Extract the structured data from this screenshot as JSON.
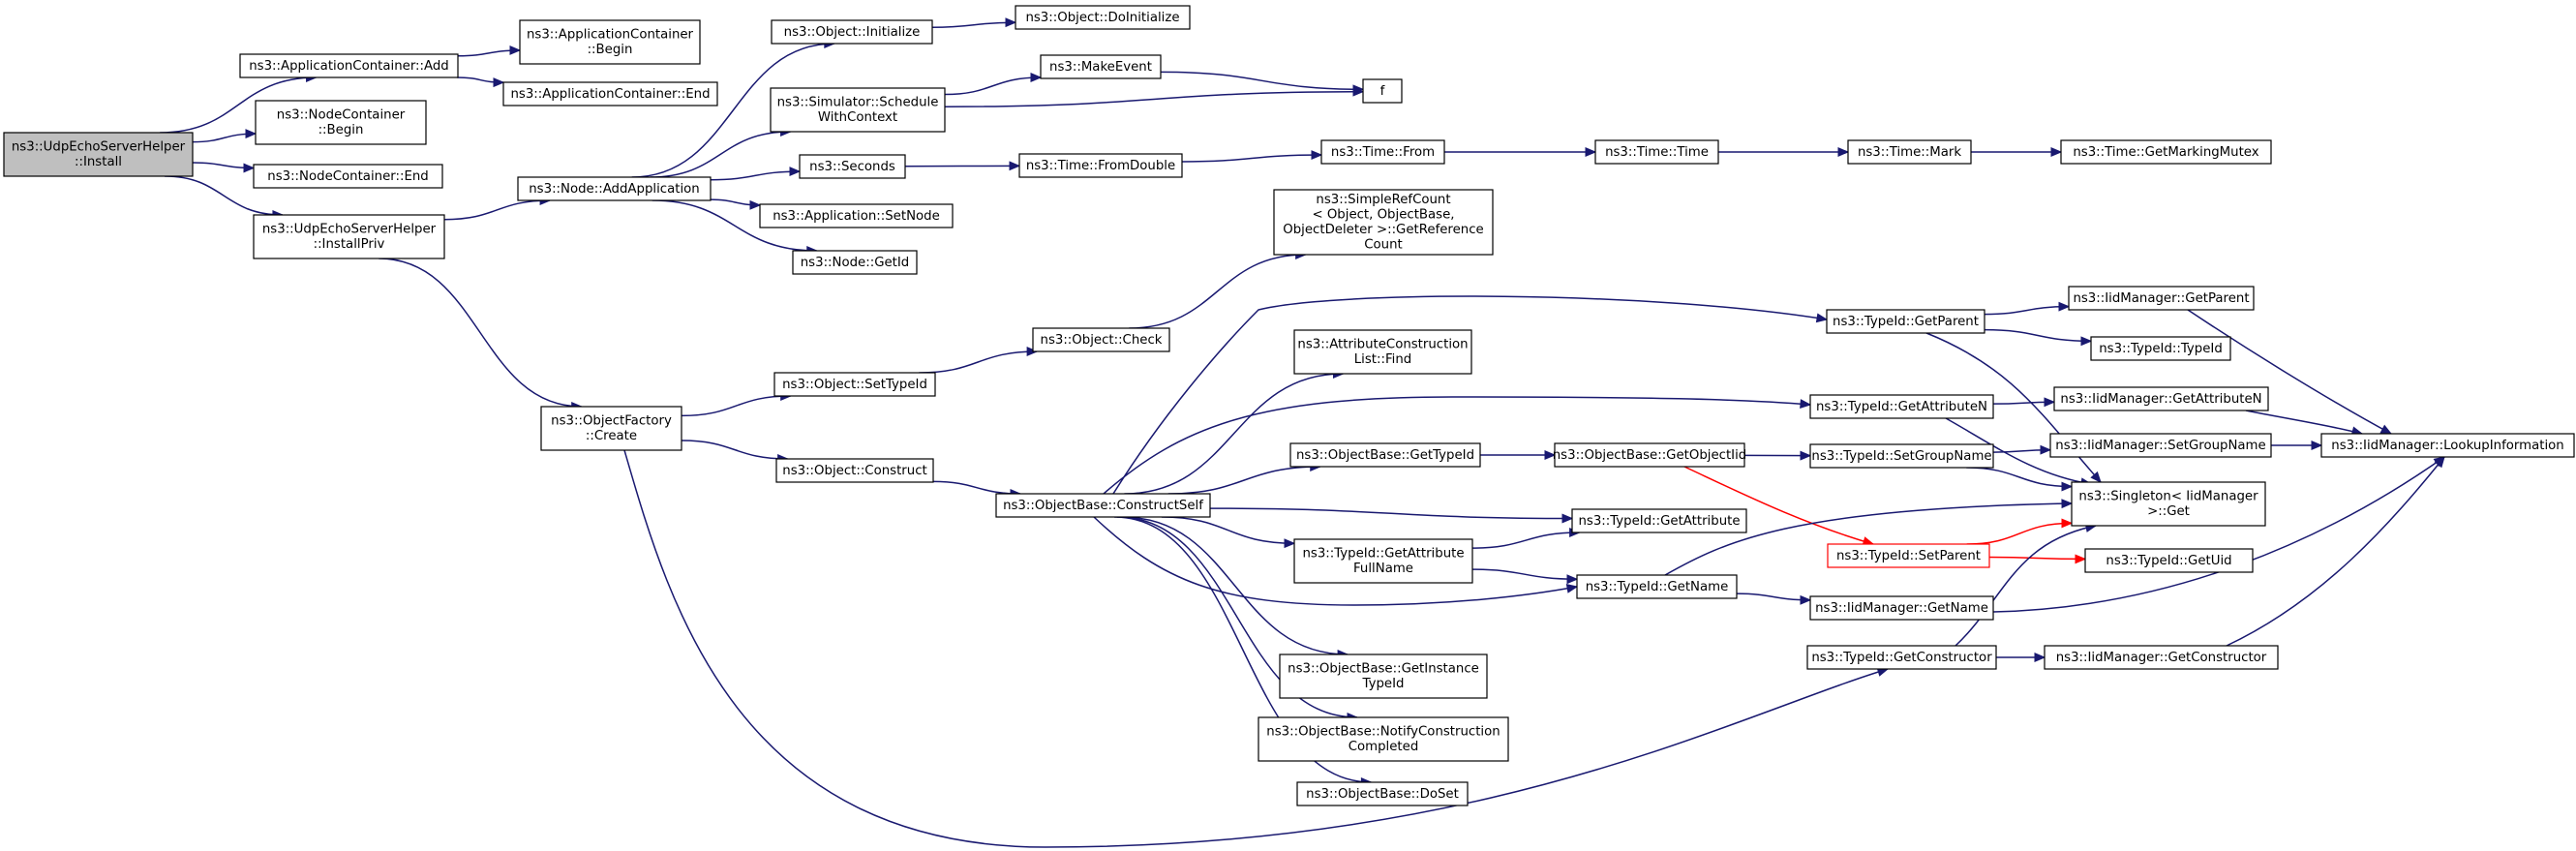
{
  "colors": {
    "edge": "#191970",
    "highlight": "#ff0000",
    "root_fill": "#bfbfbf",
    "node_border": "#000000"
  },
  "nodes": [
    {
      "id": "udp_install",
      "lines": [
        "ns3::UdpEchoServerHelper",
        "::Install"
      ],
      "root": true
    },
    {
      "id": "appcont_add",
      "lines": [
        "ns3::ApplicationContainer::Add"
      ]
    },
    {
      "id": "nodecont_begin",
      "lines": [
        "ns3::NodeContainer",
        "::Begin"
      ]
    },
    {
      "id": "nodecont_end",
      "lines": [
        "ns3::NodeContainer::End"
      ]
    },
    {
      "id": "udp_installpriv",
      "lines": [
        "ns3::UdpEchoServerHelper",
        "::InstallPriv"
      ]
    },
    {
      "id": "appcont_begin",
      "lines": [
        "ns3::ApplicationContainer",
        "::Begin"
      ]
    },
    {
      "id": "appcont_end",
      "lines": [
        "ns3::ApplicationContainer::End"
      ]
    },
    {
      "id": "node_addapp",
      "lines": [
        "ns3::Node::AddApplication"
      ]
    },
    {
      "id": "objfactory_create",
      "lines": [
        "ns3::ObjectFactory",
        "::Create"
      ]
    },
    {
      "id": "object_initialize",
      "lines": [
        "ns3::Object::Initialize"
      ]
    },
    {
      "id": "sim_schedule",
      "lines": [
        "ns3::Simulator::Schedule",
        "WithContext"
      ]
    },
    {
      "id": "seconds",
      "lines": [
        "ns3::Seconds"
      ]
    },
    {
      "id": "app_setnode",
      "lines": [
        "ns3::Application::SetNode"
      ]
    },
    {
      "id": "node_getid",
      "lines": [
        "ns3::Node::GetId"
      ]
    },
    {
      "id": "obj_settypeid",
      "lines": [
        "ns3::Object::SetTypeId"
      ]
    },
    {
      "id": "obj_construct",
      "lines": [
        "ns3::Object::Construct"
      ]
    },
    {
      "id": "obj_doinitialize",
      "lines": [
        "ns3::Object::DoInitialize"
      ]
    },
    {
      "id": "makeevent",
      "lines": [
        "ns3::MakeEvent"
      ]
    },
    {
      "id": "f",
      "lines": [
        "f"
      ]
    },
    {
      "id": "time_fromdouble",
      "lines": [
        "ns3::Time::FromDouble"
      ]
    },
    {
      "id": "obj_check",
      "lines": [
        "ns3::Object::Check"
      ]
    },
    {
      "id": "objbase_constructself",
      "lines": [
        "ns3::ObjectBase::ConstructSelf"
      ]
    },
    {
      "id": "simplerefcount",
      "lines": [
        "ns3::SimpleRefCount",
        "< Object, ObjectBase,",
        "ObjectDeleter >::GetReference",
        "Count"
      ]
    },
    {
      "id": "attrconst_find",
      "lines": [
        "ns3::AttributeConstruction",
        "List::Find"
      ]
    },
    {
      "id": "objbase_gettypeid",
      "lines": [
        "ns3::ObjectBase::GetTypeId"
      ]
    },
    {
      "id": "typeid_getattrfullname",
      "lines": [
        "ns3::TypeId::GetAttribute",
        "FullName"
      ]
    },
    {
      "id": "objbase_getinstancetypeid",
      "lines": [
        "ns3::ObjectBase::GetInstance",
        "TypeId"
      ]
    },
    {
      "id": "objbase_notifyconst",
      "lines": [
        "ns3::ObjectBase::NotifyConstruction",
        "Completed"
      ]
    },
    {
      "id": "objbase_doset",
      "lines": [
        "ns3::ObjectBase::DoSet"
      ]
    },
    {
      "id": "time_from",
      "lines": [
        "ns3::Time::From"
      ]
    },
    {
      "id": "objbase_getobjectiid",
      "lines": [
        "ns3::ObjectBase::GetObjectIid"
      ]
    },
    {
      "id": "typeid_getattribute",
      "lines": [
        "ns3::TypeId::GetAttribute"
      ]
    },
    {
      "id": "typeid_getname",
      "lines": [
        "ns3::TypeId::GetName"
      ]
    },
    {
      "id": "time_time",
      "lines": [
        "ns3::Time::Time"
      ]
    },
    {
      "id": "typeid_getparent",
      "lines": [
        "ns3::TypeId::GetParent"
      ]
    },
    {
      "id": "typeid_getattributen",
      "lines": [
        "ns3::TypeId::GetAttributeN"
      ]
    },
    {
      "id": "typeid_setgroupname",
      "lines": [
        "ns3::TypeId::SetGroupName"
      ]
    },
    {
      "id": "typeid_setparent",
      "lines": [
        "ns3::TypeId::SetParent"
      ],
      "highlight": true
    },
    {
      "id": "iidmgr_getname",
      "lines": [
        "ns3::IidManager::GetName"
      ]
    },
    {
      "id": "typeid_getconstructor",
      "lines": [
        "ns3::TypeId::GetConstructor"
      ]
    },
    {
      "id": "time_mark",
      "lines": [
        "ns3::Time::Mark"
      ]
    },
    {
      "id": "iidmgr_getparent",
      "lines": [
        "ns3::IidManager::GetParent"
      ]
    },
    {
      "id": "typeid_typeid",
      "lines": [
        "ns3::TypeId::TypeId"
      ]
    },
    {
      "id": "iidmgr_getattributen",
      "lines": [
        "ns3::IidManager::GetAttributeN"
      ]
    },
    {
      "id": "iidmgr_setgroupname",
      "lines": [
        "ns3::IidManager::SetGroupName"
      ]
    },
    {
      "id": "singleton_get",
      "lines": [
        "ns3::Singleton< IidManager",
        ">::Get"
      ]
    },
    {
      "id": "typeid_getuid",
      "lines": [
        "ns3::TypeId::GetUid"
      ]
    },
    {
      "id": "iidmgr_getconstructor",
      "lines": [
        "ns3::IidManager::GetConstructor"
      ]
    },
    {
      "id": "time_getmarkingmutex",
      "lines": [
        "ns3::Time::GetMarkingMutex"
      ]
    },
    {
      "id": "iidmgr_lookupinfo",
      "lines": [
        "ns3::IidManager::LookupInformation"
      ]
    }
  ],
  "edges": [
    [
      "udp_install",
      "appcont_add"
    ],
    [
      "udp_install",
      "nodecont_begin"
    ],
    [
      "udp_install",
      "nodecont_end"
    ],
    [
      "udp_install",
      "udp_installpriv"
    ],
    [
      "appcont_add",
      "appcont_begin"
    ],
    [
      "appcont_add",
      "appcont_end"
    ],
    [
      "udp_installpriv",
      "node_addapp"
    ],
    [
      "udp_installpriv",
      "objfactory_create"
    ],
    [
      "node_addapp",
      "object_initialize"
    ],
    [
      "node_addapp",
      "sim_schedule"
    ],
    [
      "node_addapp",
      "seconds"
    ],
    [
      "node_addapp",
      "app_setnode"
    ],
    [
      "node_addapp",
      "node_getid"
    ],
    [
      "object_initialize",
      "obj_doinitialize"
    ],
    [
      "sim_schedule",
      "makeevent"
    ],
    [
      "sim_schedule",
      "f"
    ],
    [
      "makeevent",
      "f"
    ],
    [
      "seconds",
      "time_fromdouble"
    ],
    [
      "time_fromdouble",
      "time_from"
    ],
    [
      "time_from",
      "time_time"
    ],
    [
      "time_time",
      "time_mark"
    ],
    [
      "time_mark",
      "time_getmarkingmutex"
    ],
    [
      "objfactory_create",
      "obj_settypeid"
    ],
    [
      "objfactory_create",
      "obj_construct"
    ],
    [
      "objfactory_create",
      "typeid_getconstructor"
    ],
    [
      "obj_settypeid",
      "obj_check"
    ],
    [
      "obj_check",
      "simplerefcount"
    ],
    [
      "obj_construct",
      "objbase_constructself"
    ],
    [
      "objbase_constructself",
      "typeid_getparent"
    ],
    [
      "objbase_constructself",
      "attrconst_find"
    ],
    [
      "objbase_constructself",
      "typeid_getattributen"
    ],
    [
      "objbase_constructself",
      "objbase_gettypeid"
    ],
    [
      "objbase_constructself",
      "typeid_getattribute"
    ],
    [
      "objbase_constructself",
      "typeid_getattrfullname"
    ],
    [
      "objbase_constructself",
      "typeid_getname"
    ],
    [
      "objbase_constructself",
      "objbase_getinstancetypeid"
    ],
    [
      "objbase_constructself",
      "objbase_notifyconst"
    ],
    [
      "objbase_constructself",
      "objbase_doset"
    ],
    [
      "objbase_gettypeid",
      "objbase_getobjectiid"
    ],
    [
      "objbase_getobjectiid",
      "typeid_setgroupname"
    ],
    [
      "objbase_getobjectiid",
      "typeid_setparent",
      "red"
    ],
    [
      "typeid_getattrfullname",
      "typeid_getattribute"
    ],
    [
      "typeid_getattrfullname",
      "typeid_getname"
    ],
    [
      "typeid_getname",
      "singleton_get"
    ],
    [
      "typeid_getname",
      "iidmgr_getname"
    ],
    [
      "typeid_getparent",
      "iidmgr_getparent"
    ],
    [
      "typeid_getparent",
      "typeid_typeid"
    ],
    [
      "typeid_getparent",
      "singleton_get"
    ],
    [
      "typeid_getattributen",
      "iidmgr_getattributen"
    ],
    [
      "typeid_getattributen",
      "singleton_get"
    ],
    [
      "typeid_setgroupname",
      "iidmgr_setgroupname"
    ],
    [
      "typeid_setgroupname",
      "singleton_get"
    ],
    [
      "typeid_setparent",
      "singleton_get",
      "red"
    ],
    [
      "typeid_setparent",
      "typeid_getuid",
      "red"
    ],
    [
      "typeid_getconstructor",
      "singleton_get"
    ],
    [
      "typeid_getconstructor",
      "iidmgr_getconstructor"
    ],
    [
      "iidmgr_getname",
      "iidmgr_lookupinfo"
    ],
    [
      "iidmgr_getparent",
      "iidmgr_lookupinfo"
    ],
    [
      "iidmgr_getattributen",
      "iidmgr_lookupinfo"
    ],
    [
      "iidmgr_setgroupname",
      "iidmgr_lookupinfo"
    ],
    [
      "iidmgr_getconstructor",
      "iidmgr_lookupinfo"
    ]
  ]
}
